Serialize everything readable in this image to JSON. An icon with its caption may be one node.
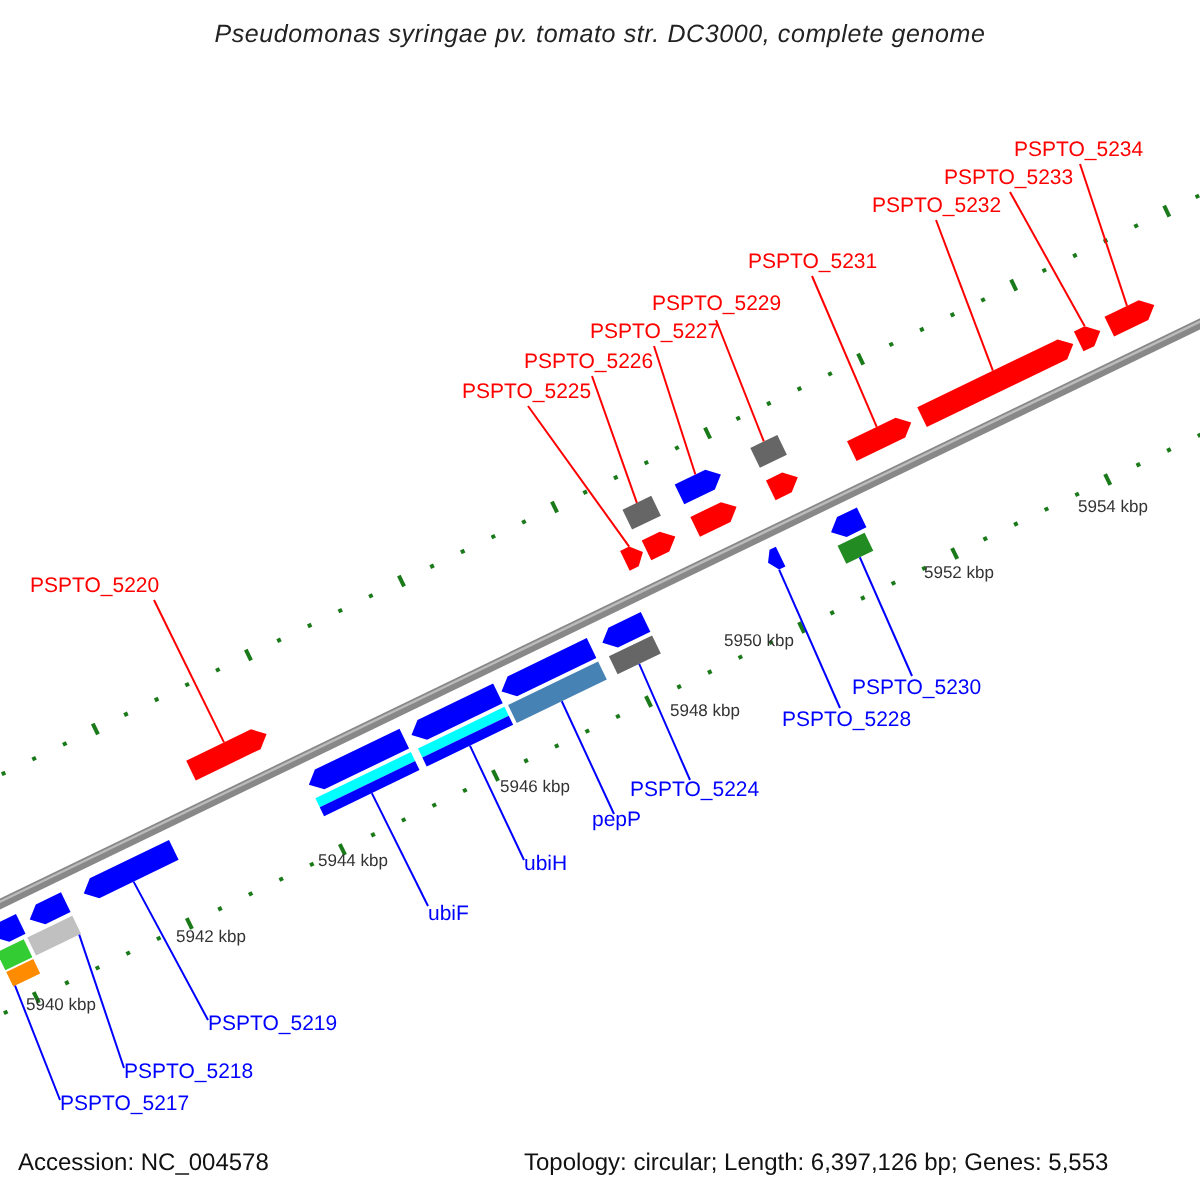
{
  "diagram": {
    "title": "Pseudomonas syringae pv. tomato str. DC3000, complete genome",
    "nodes": [
      {
        "text": [
          "PSPTO_5234"
        ]
      },
      {
        "text": [
          "PSPTO_5233"
        ]
      },
      {
        "text": [
          "PSPTO_5232"
        ]
      },
      {
        "text": [
          "PSPTO_5231"
        ]
      },
      {
        "text": [
          "PSPTO_5229"
        ]
      },
      {
        "text": [
          "PSPTO_5227"
        ]
      },
      {
        "text": [
          "PSPTO_5226"
        ]
      },
      {
        "text": [
          "PSPTO_5225"
        ]
      },
      {
        "text": [
          "PSPTO_5220"
        ]
      },
      {
        "text": [
          "PSPTO_5230"
        ]
      },
      {
        "text": [
          "PSPTO_5228"
        ]
      },
      {
        "text": [
          "PSPTO_5224"
        ]
      },
      {
        "text": [
          "pepP"
        ]
      },
      {
        "text": [
          "ubiH"
        ]
      },
      {
        "text": [
          "ubiF"
        ]
      },
      {
        "text": [
          "PSPTO_5219"
        ]
      },
      {
        "text": [
          "PSPTO_5218"
        ]
      },
      {
        "text": [
          "PSPTO_5217"
        ]
      },
      {
        "text": [],
        "shape": "box"
      },
      {
        "text": [],
        "shape": "box"
      },
      {
        "text": [],
        "shape": "pentagon"
      },
      {
        "text": [],
        "shape": "box"
      },
      {
        "text": [],
        "shape": "pentagon"
      },
      {
        "text": [],
        "shape": "pentagon"
      },
      {
        "text": [],
        "shape": "pentagon"
      },
      {
        "text": [],
        "shape": "pentagon"
      },
      {
        "text": [],
        "shape": "box"
      },
      {
        "text": [],
        "shape": "pentagon"
      },
      {
        "text": [],
        "shape": "box"
      },
      {
        "text": [],
        "shape": "pentagon"
      },
      {
        "text": [],
        "shape": "box"
      },
      {
        "text": [],
        "shape": "pentagon"
      },
      {
        "text": [],
        "shape": "box"
      },
      {
        "text": [],
        "shape": "pentagon"
      },
      {
        "text": [],
        "shape": "box"
      },
      {
        "text": [],
        "shape": "pentagon"
      },
      {
        "text": [],
        "shape": "pentagon"
      },
      {
        "text": [],
        "shape": "pentagon"
      },
      {
        "text": [],
        "shape": "pentagon"
      },
      {
        "text": [],
        "shape": "box"
      },
      {
        "text": [],
        "shape": "pentagon"
      },
      {
        "text": [],
        "shape": "pentagon"
      },
      {
        "text": [],
        "shape": "box"
      },
      {
        "text": [],
        "shape": "pentagon"
      },
      {
        "text": [],
        "shape": "pentagon"
      },
      {
        "text": [],
        "shape": "pentagon"
      },
      {
        "text": [],
        "shape": "pentagon"
      }
    ],
    "edges": [
      {
        "from": 0,
        "to": 46,
        "arrow": "none",
        "color": "#ff0000"
      },
      {
        "from": 1,
        "to": 45,
        "arrow": "none",
        "color": "#ff0000"
      },
      {
        "from": 2,
        "to": 44,
        "arrow": "none",
        "color": "#ff0000"
      },
      {
        "from": 3,
        "to": 43,
        "arrow": "none",
        "color": "#ff0000"
      },
      {
        "from": 4,
        "to": 39,
        "arrow": "none",
        "color": "#ff0000"
      },
      {
        "from": 5,
        "to": 36,
        "arrow": "none",
        "color": "#ff0000"
      },
      {
        "from": 6,
        "to": 34,
        "arrow": "none",
        "color": "#ff0000"
      },
      {
        "from": 7,
        "to": 33,
        "arrow": "none",
        "color": "#ff0000"
      },
      {
        "from": 8,
        "to": 24,
        "arrow": "none",
        "color": "#ff0000"
      },
      {
        "from": 9,
        "to": 42,
        "arrow": "none",
        "color": "#0000ff"
      },
      {
        "from": 10,
        "to": 38,
        "arrow": "none",
        "color": "#0000ff"
      },
      {
        "from": 11,
        "to": 32,
        "arrow": "none",
        "color": "#0000ff"
      },
      {
        "from": 12,
        "to": 30,
        "arrow": "none",
        "color": "#0000ff"
      },
      {
        "from": 13,
        "to": 28,
        "arrow": "none",
        "color": "#0000ff"
      },
      {
        "from": 14,
        "to": 26,
        "arrow": "none",
        "color": "#0000ff"
      },
      {
        "from": 15,
        "to": 23,
        "arrow": "none",
        "color": "#0000ff"
      },
      {
        "from": 16,
        "to": 21,
        "arrow": "none",
        "color": "#0000ff"
      },
      {
        "from": 17,
        "to": 19,
        "arrow": "none",
        "color": "#0000ff"
      }
    ],
    "labels": [
      "5954 kbp",
      "5952 kbp",
      "5950 kbp",
      "5948 kbp",
      "5946 kbp",
      "5944 kbp",
      "5942 kbp",
      "5940 kbp",
      "Accession: NC_004578",
      "Topology: circular; Length: 6,397,126 bp; Genes: 5,553"
    ]
  }
}
